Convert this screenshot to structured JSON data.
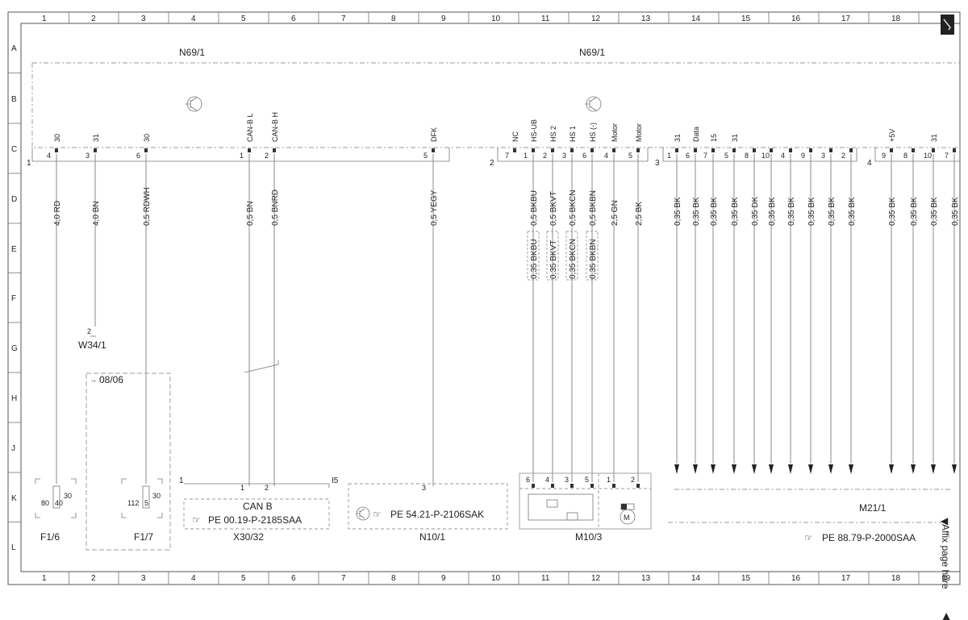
{
  "grid": {
    "columns": [
      "1",
      "2",
      "3",
      "4",
      "5",
      "6",
      "7",
      "8",
      "9",
      "10",
      "11",
      "12",
      "13",
      "14",
      "15",
      "16",
      "17",
      "18",
      "19"
    ],
    "rows": [
      "A",
      "B",
      "C",
      "D",
      "E",
      "F",
      "G",
      "H",
      "J",
      "K",
      "L"
    ]
  },
  "components": {
    "n69_left": "N69/1",
    "n69_right": "N69/1",
    "w34": "W34/1",
    "w34_pin": "2",
    "f16": "F1/6",
    "f17": "F1/7",
    "x3032": "X30/32",
    "n101": "N10/1",
    "m103": "M10/3",
    "m211": "M21/1",
    "can_b": "CAN B",
    "version_note": "08/06"
  },
  "connectors": {
    "c1": "1",
    "c2": "2",
    "c3": "3",
    "c4": "4",
    "x_start": "1",
    "x_end": "I5"
  },
  "fuses": {
    "f16_a": "80",
    "f16_b": "40",
    "f16_c": "30",
    "f17_a": "112",
    "f17_b": "5",
    "f17_c": "30"
  },
  "references": {
    "x3032": "PE 00.19-P-2185SAA",
    "n101": "PE 54.21-P-2106SAK",
    "m211": "PE 88.79-P-2000SAA"
  },
  "side_text": "Affix page here",
  "left_pins": [
    {
      "signal": "30",
      "pin": "4",
      "wire": "4,0 RD"
    },
    {
      "signal": "31",
      "pin": "3",
      "wire": "4,0 BN"
    },
    {
      "signal": "30",
      "pin": "6",
      "wire": "0,5 RDWH"
    },
    {
      "signal": "CAN-B L",
      "pin": "1",
      "wire": "0,5 BN"
    },
    {
      "signal": "CAN-B H",
      "pin": "2",
      "wire": "0,5 BNRD"
    },
    {
      "signal": "DFK",
      "pin": "5",
      "wire": "0,5 YEGY"
    }
  ],
  "mid_pins": [
    {
      "signal": "NC",
      "pin": "7"
    },
    {
      "signal": "HS-UB",
      "pin": "1",
      "wire": "0,5 BKBU",
      "wire2": "0,35 BKBU"
    },
    {
      "signal": "HS 2",
      "pin": "2",
      "wire": "0,5 BKVT",
      "wire2": "0,35 BKVT"
    },
    {
      "signal": "HS 1",
      "pin": "3",
      "wire": "0,5 BKCN",
      "wire2": "0,35 BKCN"
    },
    {
      "signal": "HS (-)",
      "pin": "6",
      "wire": "0,5 BKBN",
      "wire2": "0,35 BKBN"
    },
    {
      "signal": "Motor",
      "pin": "4",
      "wire": "2,5 GN"
    },
    {
      "signal": "Motor",
      "pin": "5",
      "wire": "2,5 BK"
    }
  ],
  "right_pins3": [
    {
      "signal": "31",
      "pin": "1",
      "wire": "0,35 BK"
    },
    {
      "signal": "Data",
      "pin": "6",
      "wire": "0,35 BK"
    },
    {
      "signal": "15",
      "pin": "7",
      "wire": "0,35 BK"
    },
    {
      "signal": "31",
      "pin": "5",
      "wire": "0,35 BK"
    },
    {
      "signal": "",
      "pin": "8",
      "wire": "0,35 DK"
    },
    {
      "signal": "",
      "pin": "10",
      "wire": "0,35 BK"
    },
    {
      "signal": "",
      "pin": "4",
      "wire": "0,35 BK"
    },
    {
      "signal": "",
      "pin": "9",
      "wire": "0,35 BK"
    },
    {
      "signal": "",
      "pin": "3",
      "wire": "0,35 BK"
    },
    {
      "signal": "",
      "pin": "2",
      "wire": "0,35 BK"
    }
  ],
  "right_pins4": [
    {
      "signal": "+5V",
      "pin": "9",
      "wire": "0,35 BK"
    },
    {
      "signal": "",
      "pin": "8",
      "wire": "0,35 BK"
    },
    {
      "signal": "31",
      "pin": "10",
      "wire": "0,35 BK"
    },
    {
      "signal": "",
      "pin": "7",
      "wire": "0,35 BK"
    }
  ],
  "x3032_pins": [
    "1",
    "2"
  ],
  "n101_pin": "3",
  "m103_pins": [
    "6",
    "4",
    "3",
    "5",
    "1",
    "2"
  ],
  "motor_symbol": "M"
}
